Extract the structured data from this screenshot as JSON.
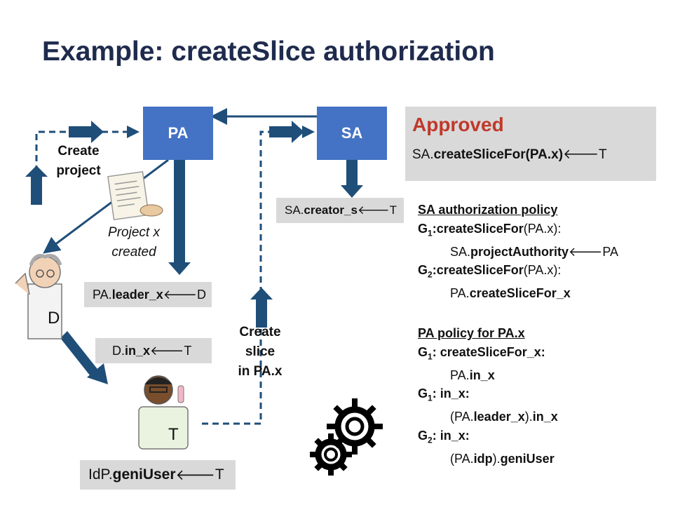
{
  "title": "Example: createSlice authorization",
  "nodes": {
    "pa": "PA",
    "sa": "SA"
  },
  "labels": {
    "create_project": [
      "Create",
      "project"
    ],
    "project_created": [
      "Project x",
      "created"
    ],
    "create_slice": [
      "Create",
      "slice",
      "in PA.x"
    ]
  },
  "credentials": {
    "sa_creator": {
      "pre": "SA.",
      "bold": "creator_s",
      "arrow": "🡐",
      "post": "T"
    },
    "pa_leader": {
      "pre": "PA.",
      "bold": "leader_x",
      "arrow": "🡐",
      "post": "D"
    },
    "d_in": {
      "pre": "D.",
      "bold": "in_x",
      "arrow": "🡐",
      "post": "T"
    },
    "idp_geni": {
      "pre": "IdP.",
      "bold": "geniUser",
      "arrow": "🡐",
      "post": "T"
    }
  },
  "approved": {
    "heading": "Approved",
    "rule": {
      "pre": "SA.",
      "bold": "createSliceFor(PA.x)",
      "arrow": "🡐",
      "post": "T"
    }
  },
  "sa_policy": {
    "heading": "SA authorization policy",
    "g1_head": {
      "g": "G",
      "sub": "1",
      "rest_bold": ":createSliceFor",
      "rest": "(PA.x):"
    },
    "g1_body": {
      "pre": "SA.",
      "bold": "projectAuthority",
      "arrow": "🡐",
      "post": "PA"
    },
    "g2_head": {
      "g": "G",
      "sub": "2",
      "rest_bold": ":createSliceFor",
      "rest": "(PA.x):"
    },
    "g2_body": {
      "pre": "PA.",
      "bold": "createSliceFor_x"
    }
  },
  "pa_policy": {
    "heading": "PA policy for PA.x",
    "l1": {
      "g": "G",
      "sub": "1",
      "rest": ": createSliceFor_x:"
    },
    "l2": {
      "pre": "PA.",
      "bold": "in_x"
    },
    "l3": {
      "g": "G",
      "sub": "1",
      "rest": ": in_x:"
    },
    "l4": {
      "pre": "(PA.",
      "bold": "leader_x",
      "post": ").",
      "bold2": "in_x"
    },
    "l5": {
      "g": "G",
      "sub": "2",
      "rest": ": in_x:"
    },
    "l6": {
      "pre": "(PA.",
      "bold": "idp",
      "post": ").",
      "bold2": "geniUser"
    }
  },
  "people": {
    "d": "D",
    "t": "T"
  },
  "colors": {
    "node": "#4472c4",
    "arrow": "#1f4e79",
    "approved": "#c0392b",
    "box": "#d9d9d9"
  }
}
